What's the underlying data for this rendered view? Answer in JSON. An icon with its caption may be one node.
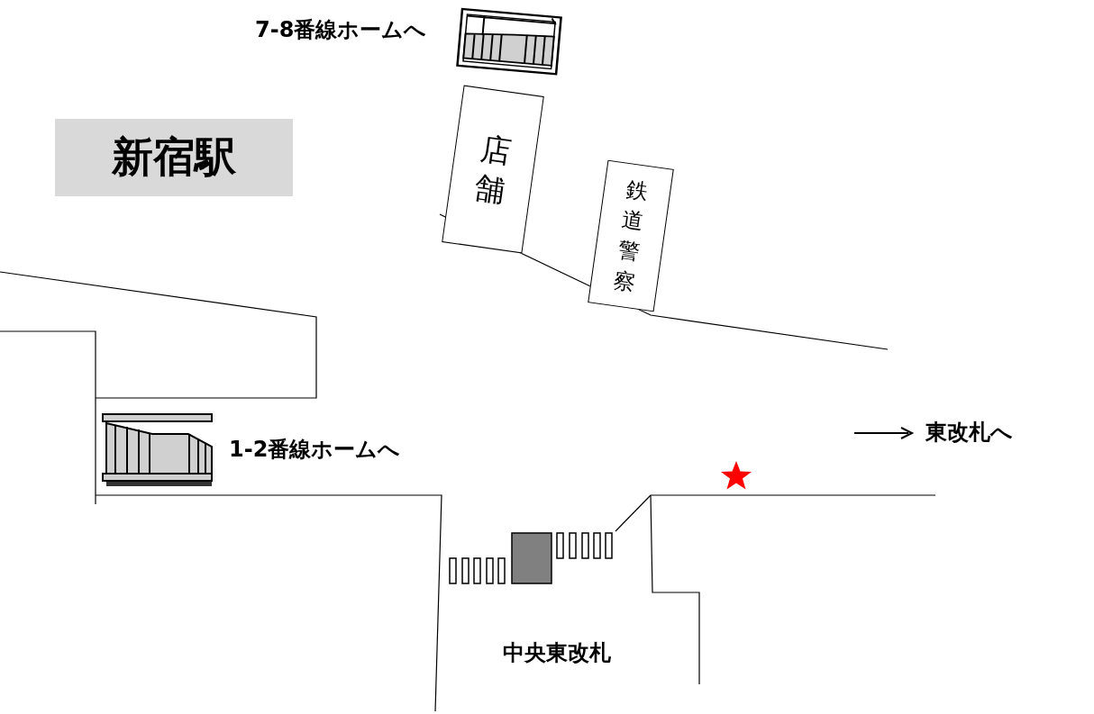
{
  "diagram": {
    "title": "新宿駅",
    "nodes": [
      {
        "text": [
          "店舗"
        ]
      },
      {
        "text": [
          "鉄道警察"
        ]
      }
    ],
    "edges": [],
    "labels": [
      "7-8番線ホームへ",
      "1-2番線ホームへ",
      "東改札へ",
      "中央東改札"
    ]
  }
}
